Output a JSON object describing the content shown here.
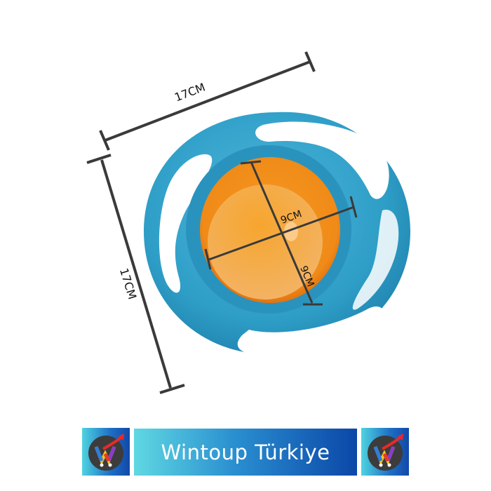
{
  "product_image": {
    "subject": "360-degree rotating spill-proof baby bowl",
    "colors": {
      "outer_ring": "#2e9ec7",
      "inner_bowl": "#f39a2a",
      "bowl_inner_light": "#f7b45a",
      "dimension_lines": "#3a3a3a"
    },
    "dimensions": {
      "width_label": "17CM",
      "height_label": "17CM",
      "inner_horizontal_label": "9CM",
      "inner_vertical_label": "9CM"
    }
  },
  "brand_banner": {
    "name": "Wintoup Türkiye",
    "logo_icon": "shopping-cart-w-logo-icon",
    "colors": {
      "gradient_start": "#5fd8e2",
      "gradient_end": "#0b47a8",
      "text": "#ffffff"
    }
  }
}
